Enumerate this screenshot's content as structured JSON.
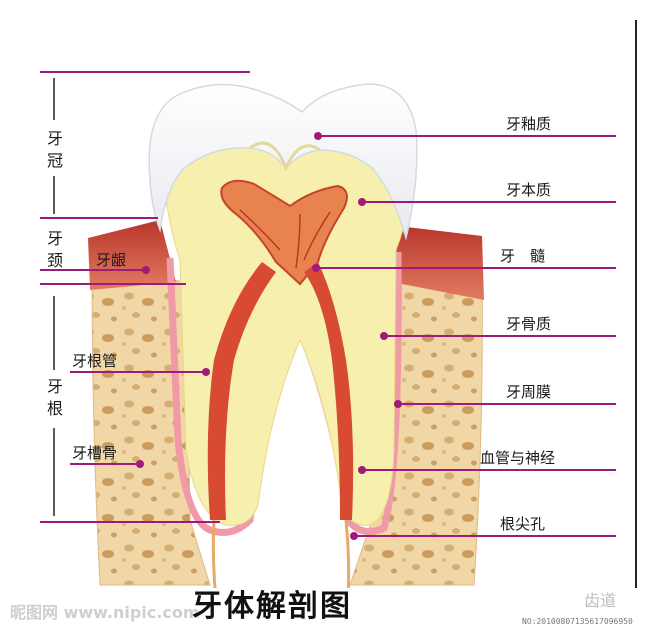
{
  "diagram": {
    "title": "牙体解剖图",
    "regions": {
      "crown": "牙\n冠",
      "neck": "牙\n颈",
      "root": "牙\n根"
    },
    "labels_right": [
      {
        "key": "enamel",
        "text": "牙釉质"
      },
      {
        "key": "dentin",
        "text": "牙本质"
      },
      {
        "key": "pulp",
        "text": "牙　髓"
      },
      {
        "key": "cementum",
        "text": "牙骨质"
      },
      {
        "key": "periodontium",
        "text": "牙周膜"
      },
      {
        "key": "vessels",
        "text": "血管与神经"
      },
      {
        "key": "apex",
        "text": "根尖孔"
      }
    ],
    "labels_left": [
      {
        "key": "gum",
        "text": "牙龈"
      },
      {
        "key": "canal",
        "text": "牙根管"
      },
      {
        "key": "alveolar",
        "text": "牙槽骨"
      }
    ],
    "colors": {
      "leader": "#a01a7c",
      "enamel": "#f4f5f8",
      "dentin": "#f6efae",
      "pulp": "#d9553a",
      "bone": "#f1d7a6",
      "gum": "#cf5a48"
    }
  },
  "watermarks": {
    "left": "昵图网 www.nipic.com",
    "right_brand": "齿道",
    "code": "NO:20100807135617096950"
  }
}
